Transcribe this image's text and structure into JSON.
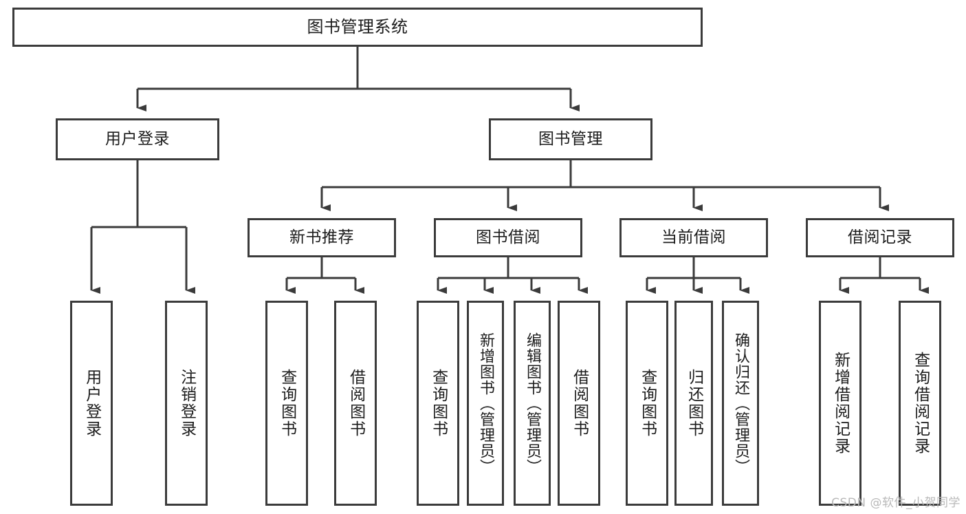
{
  "diagram": {
    "title": "图书管理系统",
    "watermark": "CSDN @软件_小贺同学",
    "colors": {
      "stroke": "#3b3b3b",
      "fill": "#ffffff",
      "text": "#1c1c1c",
      "watermark": "#b9b9b9"
    },
    "levels": {
      "root": "图书管理系统",
      "level2": [
        "用户登录",
        "图书管理"
      ],
      "level3": [
        "新书推荐",
        "图书借阅",
        "当前借阅",
        "借阅记录"
      ]
    },
    "nodes": {
      "root": {
        "label": "图书管理系统"
      },
      "user_login": {
        "label": "用户登录"
      },
      "book_manage": {
        "label": "图书管理"
      },
      "new_book_rec": {
        "label": "新书推荐"
      },
      "book_borrow": {
        "label": "图书借阅"
      },
      "current_borrow": {
        "label": "当前借阅"
      },
      "borrow_record": {
        "label": "借阅记录"
      },
      "leaf_1": {
        "label": "用户登录"
      },
      "leaf_2": {
        "label": "注销登录"
      },
      "leaf_3": {
        "label": "查询图书"
      },
      "leaf_4": {
        "label": "借阅图书"
      },
      "leaf_5": {
        "label": "查询图书"
      },
      "leaf_6": {
        "label": "新增图书（管理员）"
      },
      "leaf_7": {
        "label": "编辑图书（管理员）"
      },
      "leaf_8": {
        "label": "借阅图书"
      },
      "leaf_9": {
        "label": "查询图书"
      },
      "leaf_10": {
        "label": "归还图书"
      },
      "leaf_11": {
        "label": "确认归还（管理员）"
      },
      "leaf_12": {
        "label": "新增借阅记录"
      },
      "leaf_13": {
        "label": "查询借阅记录"
      }
    }
  }
}
